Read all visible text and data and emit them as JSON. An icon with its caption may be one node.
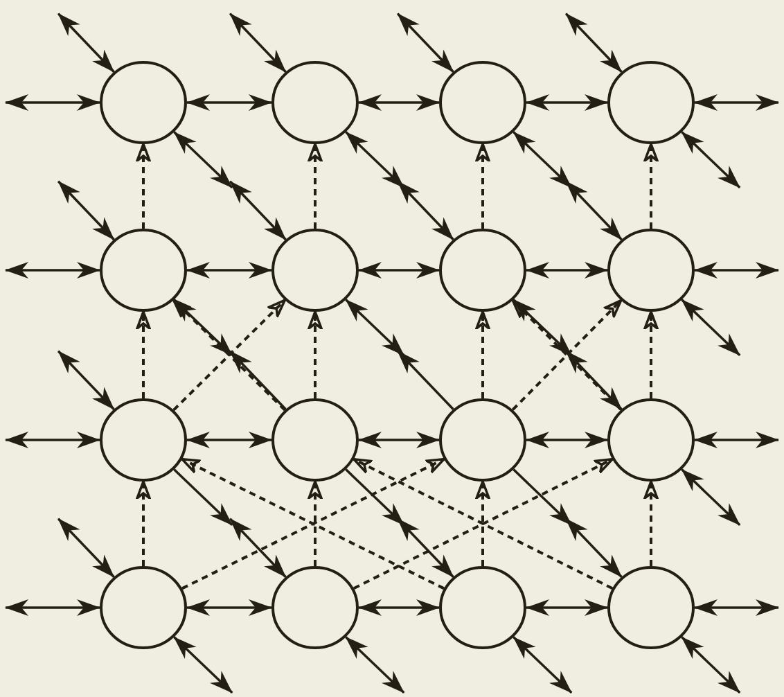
{
  "diagram": {
    "nodes": [
      {
        "text": [],
        "shape": "circle"
      },
      {
        "text": [],
        "shape": "circle"
      },
      {
        "text": [],
        "shape": "circle"
      },
      {
        "text": [],
        "shape": "circle"
      },
      {
        "text": [],
        "shape": "circle"
      },
      {
        "text": [],
        "shape": "circle"
      },
      {
        "text": [],
        "shape": "circle"
      },
      {
        "text": [],
        "shape": "circle"
      },
      {
        "text": [],
        "shape": "circle"
      },
      {
        "text": [],
        "shape": "circle"
      },
      {
        "text": [],
        "shape": "circle"
      },
      {
        "text": [],
        "shape": "circle"
      },
      {
        "text": [],
        "shape": "circle"
      },
      {
        "text": [],
        "shape": "circle"
      },
      {
        "text": [],
        "shape": "circle"
      },
      {
        "text": [],
        "shape": "circle"
      }
    ],
    "edges": [
      {
        "from": null,
        "to": 0,
        "arrow": "both"
      },
      {
        "from": 0,
        "to": 1,
        "arrow": "both"
      },
      {
        "from": 1,
        "to": 2,
        "arrow": "both"
      },
      {
        "from": 2,
        "to": 3,
        "arrow": "both"
      },
      {
        "from": 3,
        "to": null,
        "arrow": "both"
      },
      {
        "from": null,
        "to": 4,
        "arrow": "both"
      },
      {
        "from": 4,
        "to": 5,
        "arrow": "both"
      },
      {
        "from": 5,
        "to": 6,
        "arrow": "both"
      },
      {
        "from": 6,
        "to": 7,
        "arrow": "both"
      },
      {
        "from": 7,
        "to": null,
        "arrow": "both"
      },
      {
        "from": null,
        "to": 8,
        "arrow": "both"
      },
      {
        "from": 8,
        "to": 9,
        "arrow": "both"
      },
      {
        "from": 9,
        "to": 10,
        "arrow": "both"
      },
      {
        "from": 10,
        "to": 11,
        "arrow": "both"
      },
      {
        "from": 11,
        "to": null,
        "arrow": "both"
      },
      {
        "from": null,
        "to": 12,
        "arrow": "both"
      },
      {
        "from": 12,
        "to": 13,
        "arrow": "both"
      },
      {
        "from": 13,
        "to": 14,
        "arrow": "both"
      },
      {
        "from": 14,
        "to": 15,
        "arrow": "both"
      },
      {
        "from": 15,
        "to": null,
        "arrow": "both"
      },
      {
        "from": null,
        "to": 0,
        "arrow": "both"
      },
      {
        "from": 0,
        "to": null,
        "arrow": "both"
      },
      {
        "from": null,
        "to": 1,
        "arrow": "both"
      },
      {
        "from": 1,
        "to": null,
        "arrow": "both"
      },
      {
        "from": null,
        "to": 2,
        "arrow": "both"
      },
      {
        "from": 2,
        "to": null,
        "arrow": "both"
      },
      {
        "from": null,
        "to": 3,
        "arrow": "both"
      },
      {
        "from": 3,
        "to": null,
        "arrow": "both"
      },
      {
        "from": null,
        "to": 4,
        "arrow": "both"
      },
      {
        "from": 4,
        "to": null,
        "arrow": "both"
      },
      {
        "from": null,
        "to": 5,
        "arrow": "both"
      },
      {
        "from": 5,
        "to": null,
        "arrow": "both"
      },
      {
        "from": null,
        "to": 6,
        "arrow": "both"
      },
      {
        "from": 6,
        "to": null,
        "arrow": "both"
      },
      {
        "from": null,
        "to": 7,
        "arrow": "both"
      },
      {
        "from": 7,
        "to": null,
        "arrow": "both"
      },
      {
        "from": null,
        "to": 8,
        "arrow": "both"
      },
      {
        "from": 8,
        "to": null,
        "arrow": "to"
      },
      {
        "from": 9,
        "to": null,
        "arrow": "to"
      },
      {
        "from": 9,
        "to": null,
        "arrow": "to"
      },
      {
        "from": 10,
        "to": null,
        "arrow": "to"
      },
      {
        "from": 10,
        "to": null,
        "arrow": "to"
      },
      {
        "from": null,
        "to": 11,
        "arrow": "both"
      },
      {
        "from": 11,
        "to": null,
        "arrow": "both"
      },
      {
        "from": null,
        "to": 12,
        "arrow": "both"
      },
      {
        "from": 12,
        "to": null,
        "arrow": "both"
      },
      {
        "from": null,
        "to": 13,
        "arrow": "both"
      },
      {
        "from": 13,
        "to": null,
        "arrow": "both"
      },
      {
        "from": null,
        "to": 14,
        "arrow": "both"
      },
      {
        "from": 14,
        "to": null,
        "arrow": "both"
      },
      {
        "from": null,
        "to": 15,
        "arrow": "both"
      },
      {
        "from": 15,
        "to": null,
        "arrow": "both"
      },
      {
        "from": 4,
        "to": 0,
        "arrow": "to",
        "style": "dashed"
      },
      {
        "from": 5,
        "to": 1,
        "arrow": "to",
        "style": "dashed"
      },
      {
        "from": 6,
        "to": 2,
        "arrow": "to",
        "style": "dashed"
      },
      {
        "from": 7,
        "to": 3,
        "arrow": "to",
        "style": "dashed"
      },
      {
        "from": 8,
        "to": 4,
        "arrow": "to",
        "style": "dashed"
      },
      {
        "from": 9,
        "to": 5,
        "arrow": "to",
        "style": "dashed"
      },
      {
        "from": 10,
        "to": 6,
        "arrow": "to",
        "style": "dashed"
      },
      {
        "from": 11,
        "to": 7,
        "arrow": "to",
        "style": "dashed"
      },
      {
        "from": 12,
        "to": 8,
        "arrow": "to",
        "style": "dashed"
      },
      {
        "from": 13,
        "to": 9,
        "arrow": "to",
        "style": "dashed"
      },
      {
        "from": 14,
        "to": 10,
        "arrow": "to",
        "style": "dashed"
      },
      {
        "from": 15,
        "to": 11,
        "arrow": "to",
        "style": "dashed"
      },
      {
        "from": 8,
        "to": 5,
        "arrow": "to",
        "style": "dashed"
      },
      {
        "from": 9,
        "to": 4,
        "arrow": "to",
        "style": "dashed"
      },
      {
        "from": 10,
        "to": 7,
        "arrow": "to",
        "style": "dashed"
      },
      {
        "from": 11,
        "to": 6,
        "arrow": "to",
        "style": "dashed"
      },
      {
        "from": 12,
        "to": 10,
        "arrow": "to",
        "style": "dashed"
      },
      {
        "from": 13,
        "to": 11,
        "arrow": "to",
        "style": "dashed"
      },
      {
        "from": 14,
        "to": 8,
        "arrow": "to",
        "style": "dashed"
      },
      {
        "from": 15,
        "to": 9,
        "arrow": "to",
        "style": "dashed"
      }
    ]
  }
}
